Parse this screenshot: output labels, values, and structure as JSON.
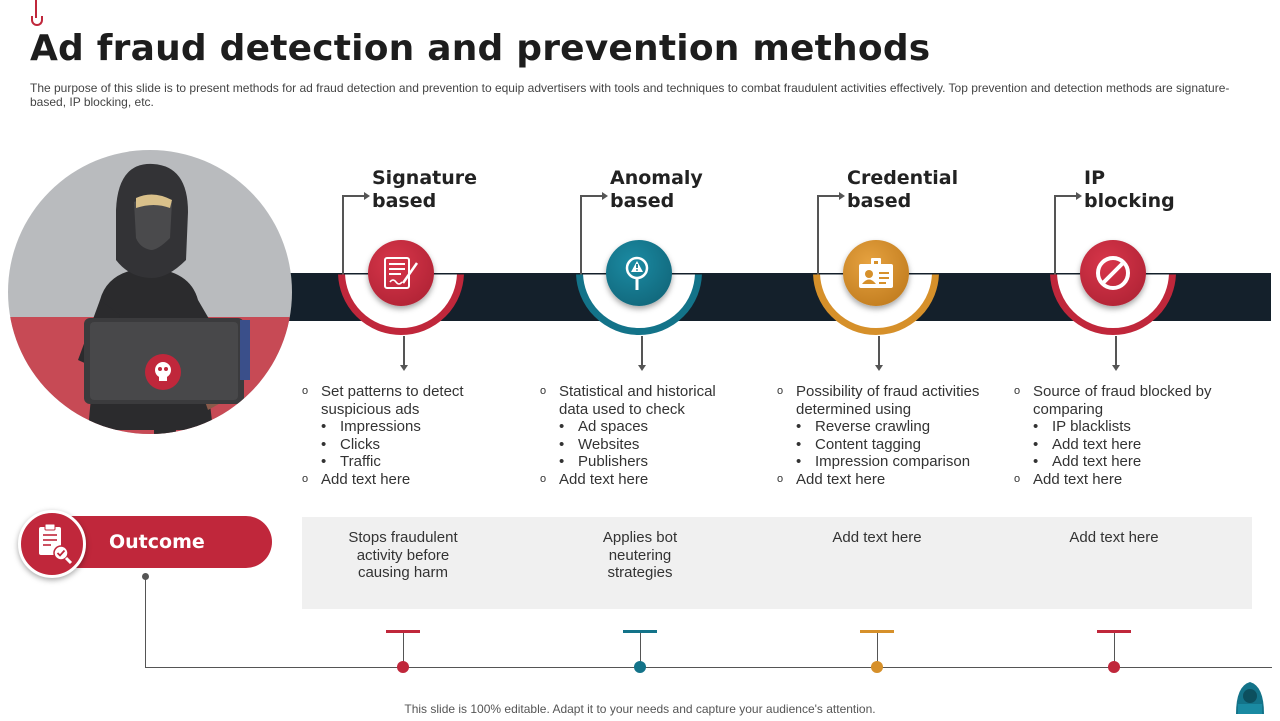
{
  "slide": {
    "title": "Ad fraud detection and prevention methods",
    "subtitle": "The purpose of this slide is to present methods for ad fraud detection and prevention to  equip advertisers with tools and techniques to combat fraudulent activities effectively.  Top prevention and detection methods are signature-based, IP blocking, etc.",
    "footer": "This slide is 100% editable. Adapt it to your needs and capture your audience's attention."
  },
  "colors": {
    "red": "#c0273b",
    "teal": "#137389",
    "orange": "#d6902a",
    "crimson": "#c0273b",
    "band": "#14202b"
  },
  "methods": [
    {
      "heading": "Signature\nbased",
      "icon": "checklist-document-icon",
      "color": "#c0273b",
      "intro": "Set patterns to detect suspicious ads",
      "subs": [
        "Impressions",
        "Clicks",
        "Traffic"
      ],
      "last": "Add text here",
      "outcome": "Stops fraudulent activity before causing harm"
    },
    {
      "heading": "Anomaly\nbased",
      "icon": "magnifier-alert-icon",
      "color": "#137389",
      "intro": "Statistical and historical data used to check",
      "subs": [
        "Ad spaces",
        "Websites",
        "Publishers"
      ],
      "last": "Add text here",
      "outcome": "Applies bot neutering strategies"
    },
    {
      "heading": "Credential\nbased",
      "icon": "id-card-icon",
      "color": "#d6902a",
      "intro": "Possibility of fraud activities determined using",
      "subs": [
        "Reverse crawling",
        "Content tagging",
        "Impression comparison"
      ],
      "last": "Add text here",
      "outcome": "Add text here"
    },
    {
      "heading": "IP\nblocking",
      "icon": "block-icon",
      "color": "#c0273b",
      "intro": "Source of fraud blocked by comparing",
      "subs": [
        "IP blacklists",
        "Add text here",
        "Add text here"
      ],
      "last": "Add text here",
      "outcome": "Add text here"
    }
  ],
  "outcome": {
    "label": "Outcome",
    "icon": "clipboard-check-icon"
  }
}
